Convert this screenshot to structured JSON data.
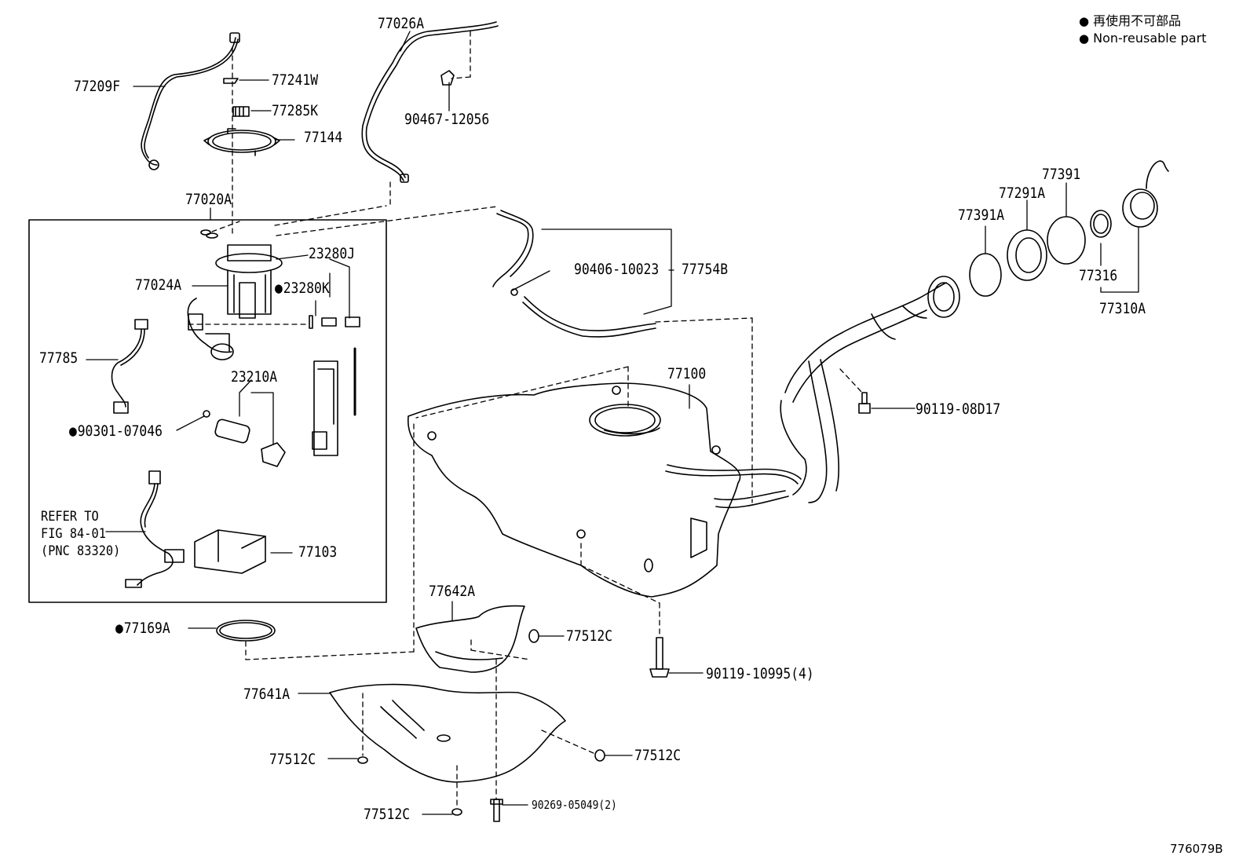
{
  "legend": {
    "line_ja": "再使用不可部品",
    "line_en": "Non-reusable part"
  },
  "figure_number": "776079B",
  "note": {
    "line1": "REFER TO",
    "line2": "FIG 84-01",
    "line3": "(PNC 83320)"
  },
  "parts": {
    "p77026A": "77026A",
    "p77209F": "77209F",
    "p77241W": "77241W",
    "p77285K": "77285K",
    "p77144": "77144",
    "p90467_12056": "90467-12056",
    "p77020A": "77020A",
    "p23280J": "23280J",
    "p77024A": "77024A",
    "p23280K": "23280K",
    "p77785": "77785",
    "p23210A": "23210A",
    "p90301_07046": "90301-07046",
    "p77103": "77103",
    "p77169A": "77169A",
    "p90406_10023": "90406-10023",
    "p77754B": "77754B",
    "p77100": "77100",
    "p77391A": "77391A",
    "p77291A": "77291A",
    "p77391": "77391",
    "p77316": "77316",
    "p77310A": "77310A",
    "p90119_08D17": "90119-08D17",
    "p77642A": "77642A",
    "p77512C_a": "77512C",
    "p90119_10995": "90119-10995(4)",
    "p77641A": "77641A",
    "p77512C_b": "77512C",
    "p77512C_c": "77512C",
    "p77512C_d": "77512C",
    "p90269_05049": "90269-05049(2)"
  }
}
